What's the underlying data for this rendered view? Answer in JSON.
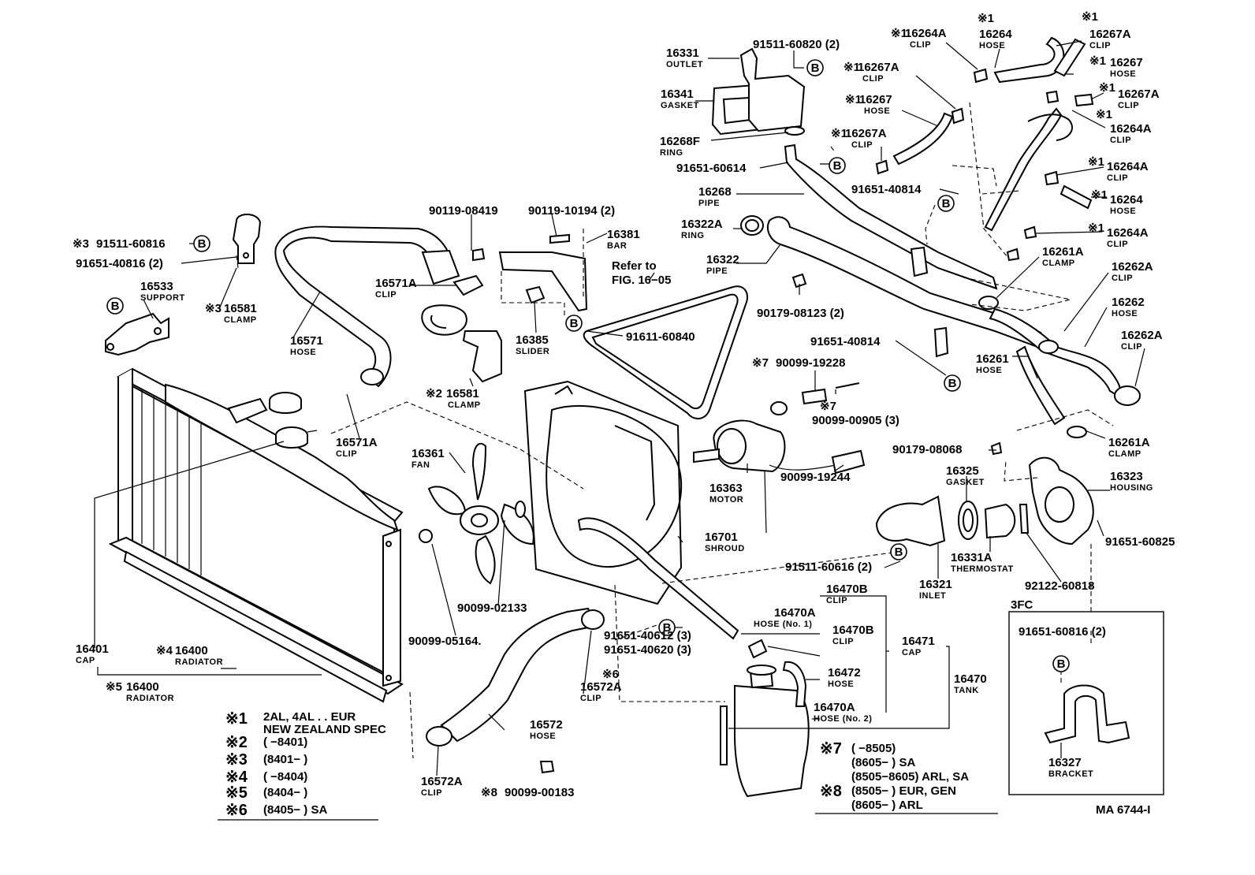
{
  "labels": [
    {
      "id": "16331",
      "num": "16331",
      "name": "OUTLET"
    },
    {
      "id": "91511-60820",
      "num": "91511-60820 (2)"
    },
    {
      "id": "16341",
      "num": "16341",
      "name": "GASKET"
    },
    {
      "id": "16268F",
      "num": "16268F",
      "name": "RING"
    },
    {
      "id": "91651-60614",
      "num": "91651-60614"
    },
    {
      "id": "16268",
      "num": "16268",
      "name": "PIPE"
    },
    {
      "id": "16322A",
      "num": "16322A",
      "name": "RING"
    },
    {
      "id": "16322",
      "num": "16322",
      "name": "PIPE"
    },
    {
      "id": "90179-08123",
      "num": "90179-08123 (2)"
    },
    {
      "id": "1-16264A-a",
      "num": "16264A",
      "name": "CLIP",
      "mark": "※1"
    },
    {
      "id": "1-16264-a",
      "num": "16264",
      "name": "HOSE",
      "mark": "※1"
    },
    {
      "id": "1-16267A-a",
      "num": "16267A",
      "name": "CLIP",
      "mark": "※1"
    },
    {
      "id": "1-16267A-b",
      "num": "16267A",
      "name": "CLIP",
      "mark": "※1"
    },
    {
      "id": "1-16267-a",
      "num": "16267",
      "name": "HOSE",
      "mark": "※1"
    },
    {
      "id": "1-16267-b",
      "num": "16267",
      "name": "HOSE",
      "mark": "※1"
    },
    {
      "id": "1-16267A-c",
      "num": "16267A",
      "name": "CLIP",
      "mark": "※1"
    },
    {
      "id": "1-16267A-d",
      "num": "16267A",
      "name": "CLIP",
      "mark": "※1"
    },
    {
      "id": "1-16264A-b",
      "num": "16264A",
      "name": "CLIP",
      "mark": "※1"
    },
    {
      "id": "1-16264A-c",
      "num": "16264A",
      "name": "CLIP",
      "mark": "※1"
    },
    {
      "id": "1-16264-b",
      "num": "16264",
      "name": "HOSE",
      "mark": "※1"
    },
    {
      "id": "1-16264A-d",
      "num": "16264A",
      "name": "CLIP",
      "mark": "※1"
    },
    {
      "id": "91651-40814-a",
      "num": "91651-40814"
    },
    {
      "id": "16261A-a",
      "num": "16261A",
      "name": "CLAMP"
    },
    {
      "id": "16262A-a",
      "num": "16262A",
      "name": "CLIP"
    },
    {
      "id": "16262",
      "num": "16262",
      "name": "HOSE"
    },
    {
      "id": "16262A-b",
      "num": "16262A",
      "name": "CLIP"
    },
    {
      "id": "91651-40814-b",
      "num": "91651-40814"
    },
    {
      "id": "16261",
      "num": "16261",
      "name": "HOSE"
    },
    {
      "id": "16261A-b",
      "num": "16261A",
      "name": "CLAMP"
    },
    {
      "id": "90179-08068",
      "num": "90179-08068"
    },
    {
      "id": "16325",
      "num": "16325",
      "name": "GASKET"
    },
    {
      "id": "16323",
      "num": "16323",
      "name": "HOUSING"
    },
    {
      "id": "91651-60825",
      "num": "91651-60825"
    },
    {
      "id": "16331A",
      "num": "16331A",
      "name": "THERMOSTAT"
    },
    {
      "id": "92122-60818",
      "num": "92122-60818"
    },
    {
      "id": "16321",
      "num": "16321",
      "name": "INLET"
    },
    {
      "id": "91511-60616",
      "num": "91511-60616 (2)"
    },
    {
      "id": "3-91511-60816",
      "num": "91511-60816",
      "mark": "※3"
    },
    {
      "id": "91651-40816",
      "num": "91651-40816 (2)"
    },
    {
      "id": "16533",
      "num": "16533",
      "name": "SUPPORT"
    },
    {
      "id": "3-16581",
      "num": "16581",
      "name": "CLAMP",
      "mark": "※3"
    },
    {
      "id": "16571",
      "num": "16571",
      "name": "HOSE"
    },
    {
      "id": "90119-08419",
      "num": "90119-08419"
    },
    {
      "id": "90119-10194",
      "num": "90119-10194 (2)"
    },
    {
      "id": "16381",
      "num": "16381",
      "name": "BAR"
    },
    {
      "id": "16571A-a",
      "num": "16571A",
      "name": "CLIP"
    },
    {
      "id": "16385",
      "num": "16385",
      "name": "SLIDER"
    },
    {
      "id": "2-16581",
      "num": "16581",
      "name": "CLAMP",
      "mark": "※2"
    },
    {
      "id": "91611-60840",
      "num": "91611-60840"
    },
    {
      "id": "16571A-b",
      "num": "16571A",
      "name": "CLIP"
    },
    {
      "id": "16361",
      "num": "16361",
      "name": "FAN"
    },
    {
      "id": "7-90099-19228",
      "num": "90099-19228",
      "mark": "※7"
    },
    {
      "id": "7-90099-00905",
      "num": "90099-00905 (3)",
      "mark": "※7"
    },
    {
      "id": "16363",
      "num": "16363",
      "name": "MOTOR"
    },
    {
      "id": "90099-19244",
      "num": "90099-19244"
    },
    {
      "id": "16701",
      "num": "16701",
      "name": "SHROUD"
    },
    {
      "id": "90099-02133",
      "num": "90099-02133"
    },
    {
      "id": "90099-05164",
      "num": "90099-05164."
    },
    {
      "id": "16470B-a",
      "num": "16470B",
      "name": "CLIP"
    },
    {
      "id": "16470A-a",
      "num": "16470A",
      "name": "HOSE (No. 1)"
    },
    {
      "id": "16470B-b",
      "num": "16470B",
      "name": "CLIP"
    },
    {
      "id": "16471",
      "num": "16471",
      "name": "CAP"
    },
    {
      "id": "16472",
      "num": "16472",
      "name": "HOSE"
    },
    {
      "id": "16470",
      "num": "16470",
      "name": "TANK"
    },
    {
      "id": "16470A-b",
      "num": "16470A",
      "name": "HOSE (No. 2)"
    },
    {
      "id": "91651-40612",
      "num": "91651-40612 (3)"
    },
    {
      "id": "91651-40620",
      "num": "91651-40620 (3)"
    },
    {
      "id": "6-16572A",
      "num": "16572A",
      "name": "CLIP",
      "mark": "※6"
    },
    {
      "id": "16572",
      "num": "16572",
      "name": "HOSE"
    },
    {
      "id": "16572A",
      "num": "16572A",
      "name": "CLIP"
    },
    {
      "id": "8-90099-00183",
      "num": "90099-00183",
      "mark": "※8"
    },
    {
      "id": "16401",
      "num": "16401",
      "name": "CAP"
    },
    {
      "id": "4-16400",
      "num": "16400",
      "name": "RADIATOR",
      "mark": "※4"
    },
    {
      "id": "5-16400",
      "num": "16400",
      "name": "RADIATOR",
      "mark": "※5"
    },
    {
      "id": "3fc-91651-60816",
      "num": "91651-60816 (2)"
    },
    {
      "id": "16327",
      "num": "16327",
      "name": "BRACKET"
    }
  ],
  "refer_note": {
    "line1": "Refer to",
    "line2": "FIG. 16−05"
  },
  "variant_box_title": "3FC",
  "bolt_marker": "B",
  "legend_left": [
    {
      "mark": "※1",
      "text": "2AL, 4AL . . EUR",
      "text2": "NEW ZEALAND SPEC"
    },
    {
      "mark": "※2",
      "text": "(        −8401)"
    },
    {
      "mark": "※3",
      "text": "(8401−        )"
    },
    {
      "mark": "※4",
      "text": "(        −8404)"
    },
    {
      "mark": "※5",
      "text": "(8404−        )"
    },
    {
      "mark": "※6",
      "text": "(8405−        ) SA"
    }
  ],
  "legend_right": [
    {
      "mark": "※7",
      "text": "(        −8505)"
    },
    {
      "mark": "",
      "text": "(8605−        ) SA"
    },
    {
      "mark": "",
      "text": "(8505−8605) ARL, SA"
    },
    {
      "mark": "※8",
      "text": "(8505−        ) EUR, GEN"
    },
    {
      "mark": "",
      "text": "(8605−        ) ARL"
    }
  ],
  "diagram_code": "MA 6744-I"
}
